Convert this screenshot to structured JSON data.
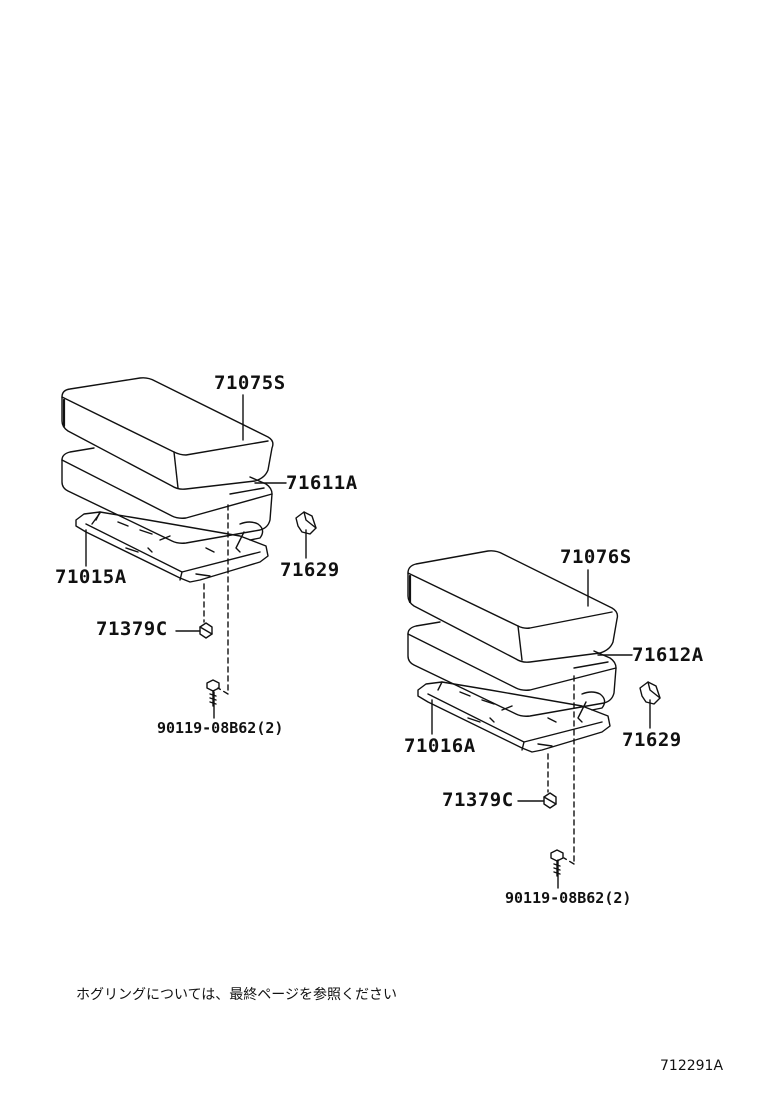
{
  "left_assembly": {
    "cushion_label": "71075S",
    "pad_label": "71611A",
    "frame_label": "71015A",
    "clip_label": "71629",
    "nut_label": "71379C",
    "bolt_label": "90119-08B62(2)"
  },
  "right_assembly": {
    "cushion_label": "71076S",
    "pad_label": "71612A",
    "frame_label": "71016A",
    "clip_label": "71629",
    "nut_label": "71379C",
    "bolt_label": "90119-08B62(2)"
  },
  "note": "ホグリングについては、最終ページを参照ください",
  "diagram_code": "712291A"
}
